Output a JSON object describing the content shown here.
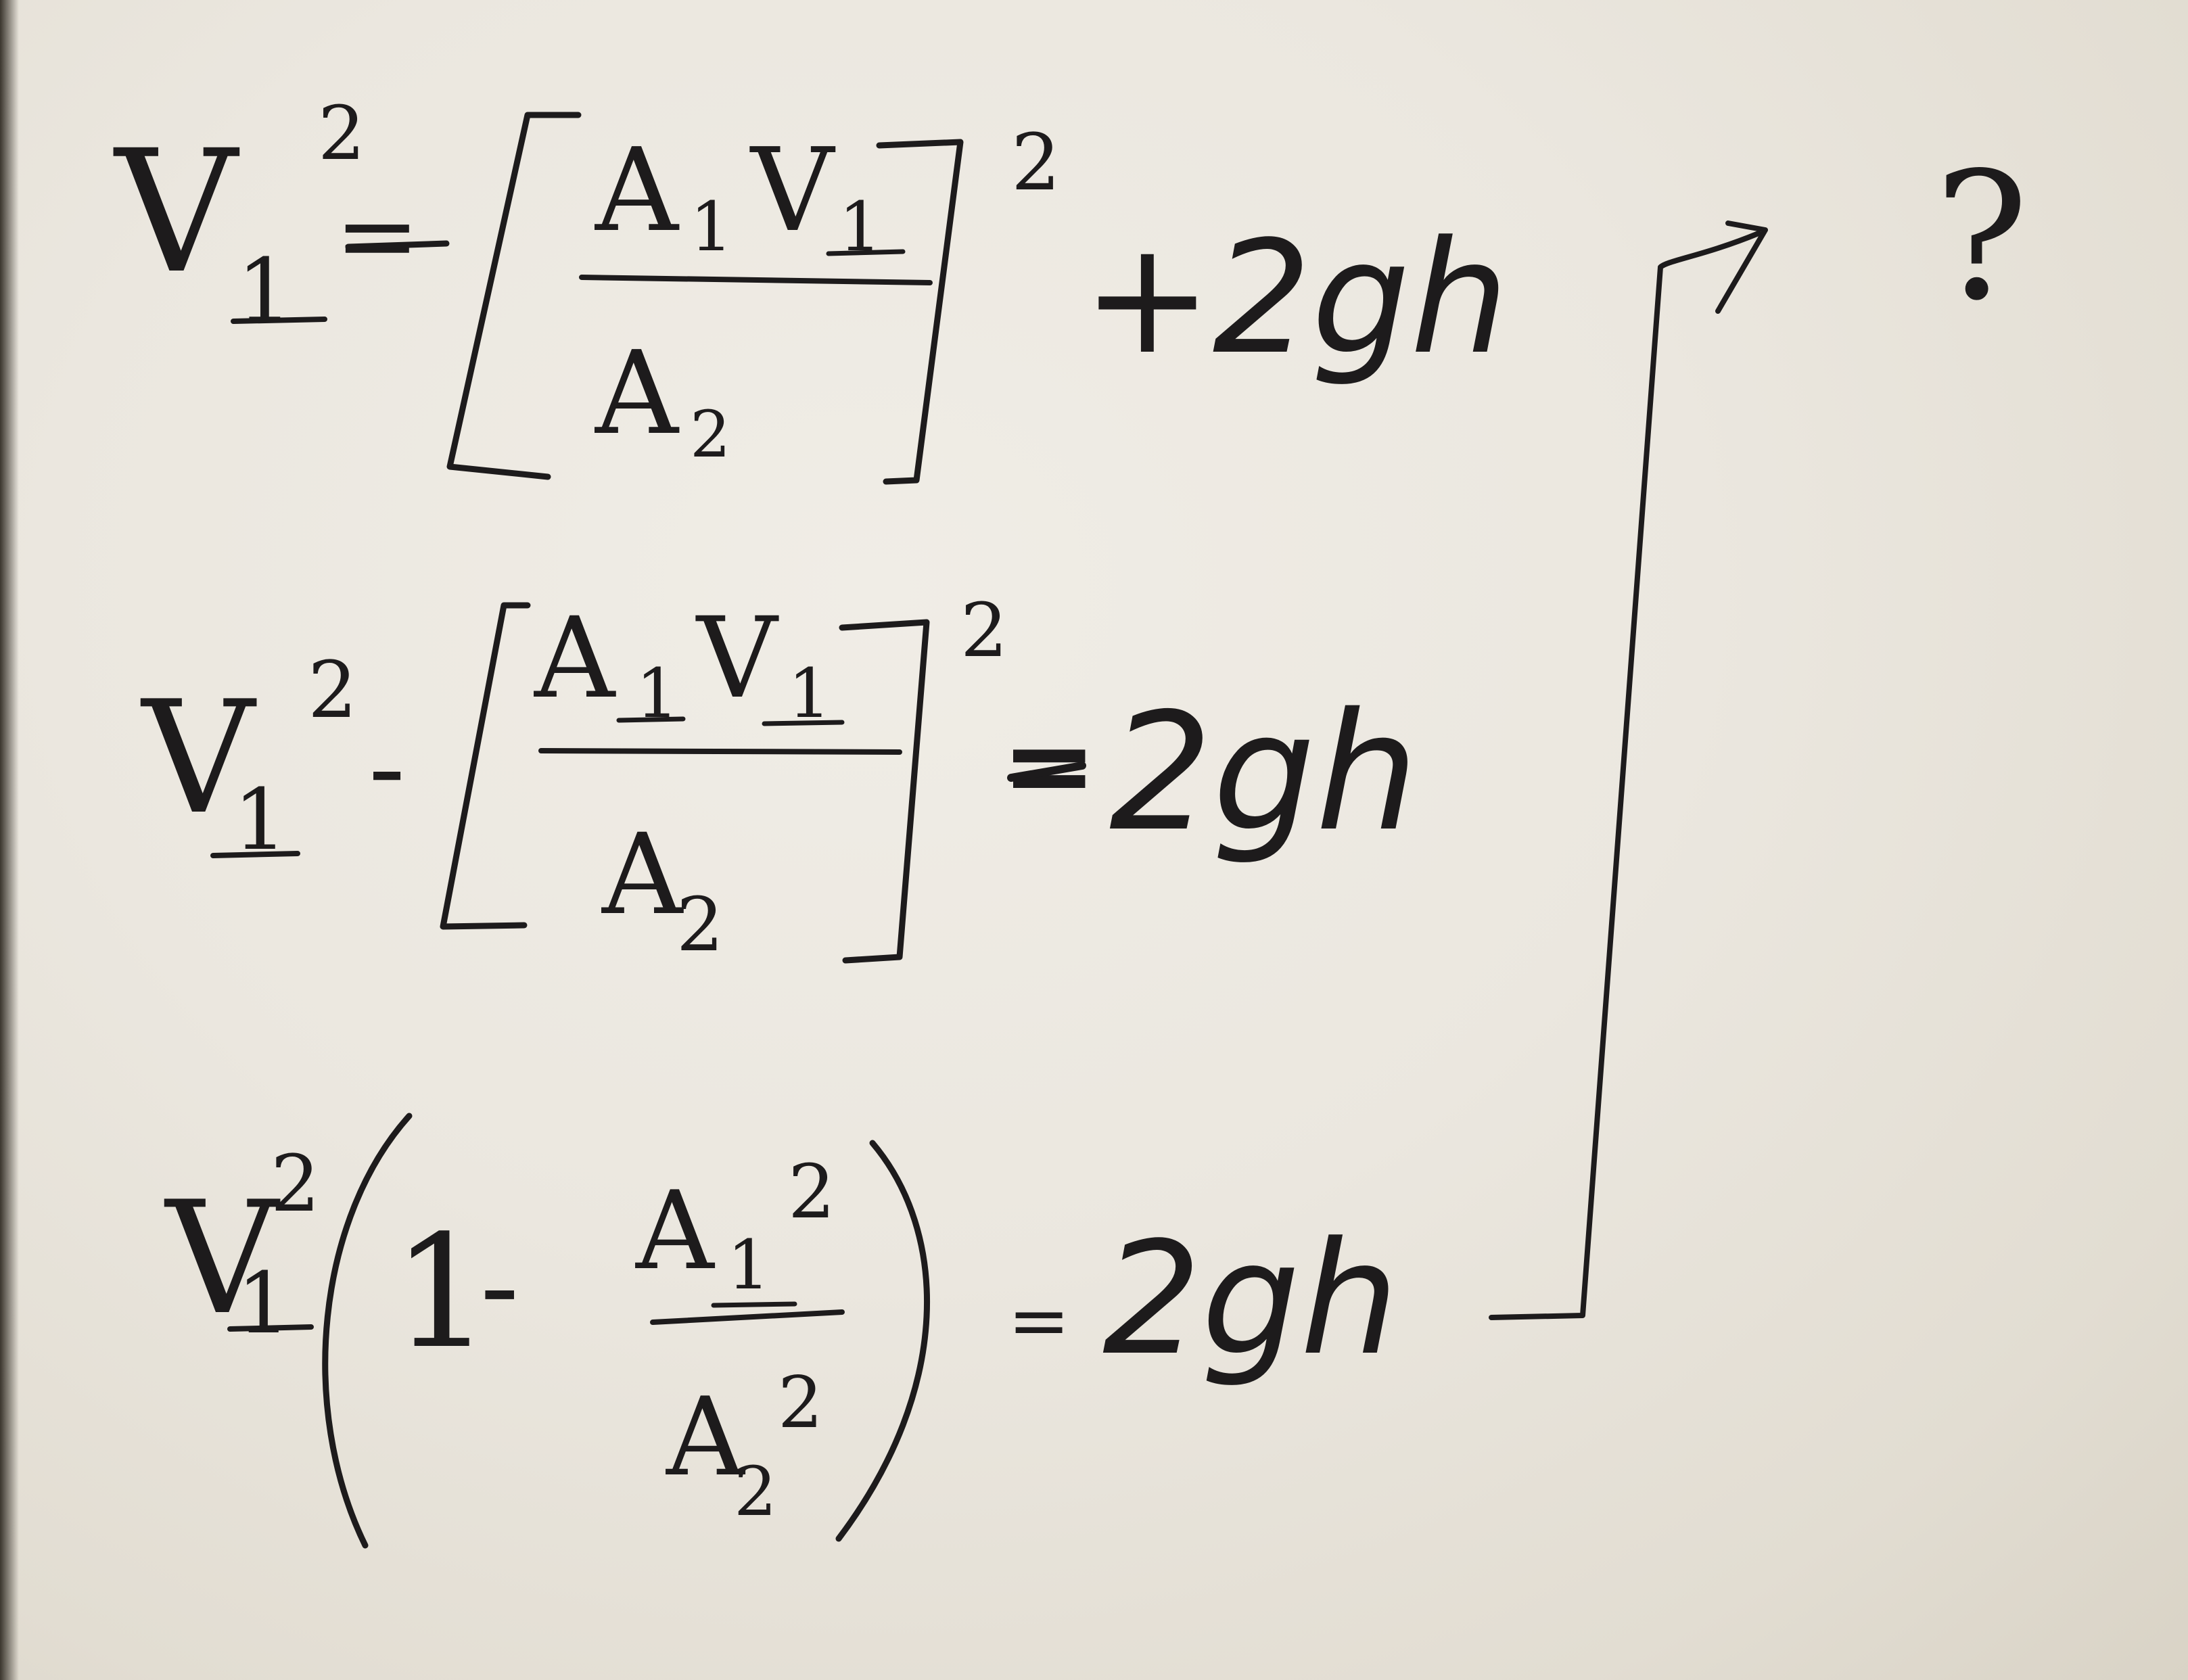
{
  "note": {
    "ink_color": "#1d1b1c",
    "paper_color": "#ebe7df",
    "equation_1": {
      "lhs_base": "V",
      "lhs_sub": "1",
      "lhs_exp": "2",
      "equals": "=",
      "frac_num_a": "A",
      "frac_num_a_sub": "1",
      "frac_num_v": "V",
      "frac_num_v_sub": "1",
      "frac_den": "A",
      "frac_den_sub": "2",
      "bracket_exp": "2",
      "tail": "+2gh"
    },
    "equation_2": {
      "lhs_base": "V",
      "lhs_sub": "1",
      "lhs_exp": "2",
      "minus": "-",
      "frac_num_a": "A",
      "frac_num_a_sub": "1",
      "frac_num_v": "V",
      "frac_num_v_sub": "1",
      "frac_den": "A",
      "frac_den_sub": "2",
      "bracket_exp": "2",
      "equals": "=",
      "rhs": "2gh"
    },
    "equation_3": {
      "lhs_base": "V",
      "lhs_sub": "1",
      "lhs_exp": "2",
      "one": "1",
      "minus": "-",
      "frac_num": "A",
      "frac_num_sub": "1",
      "frac_num_exp": "2",
      "frac_den": "A",
      "frac_den_sub": "2",
      "frac_den_exp": "2",
      "equals": "=",
      "rhs": "2gh"
    },
    "question_mark": "?",
    "arrow_icon": "arrow-up-right-icon"
  }
}
